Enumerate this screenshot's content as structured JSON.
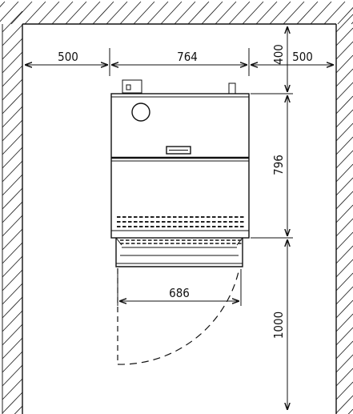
{
  "dimensions": {
    "left_clearance": "500",
    "unit_width": "764",
    "rear_clearance": "400",
    "right_clearance": "500",
    "unit_depth": "796",
    "door_width": "686",
    "front_clearance": "1000"
  },
  "colors": {
    "line": "#111111",
    "background": "#ffffff"
  }
}
